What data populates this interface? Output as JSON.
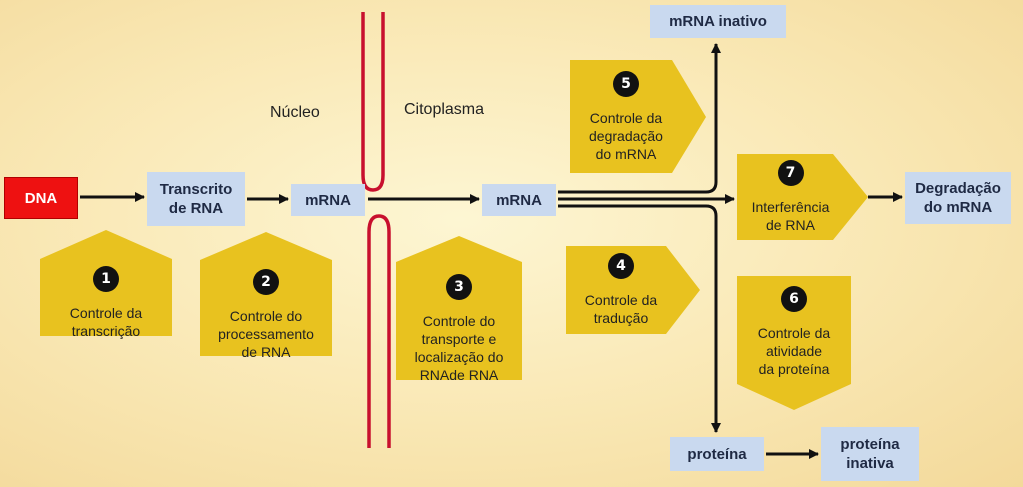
{
  "labels": {
    "nucleus": "Núcleo",
    "cytoplasm": "Citoplasma"
  },
  "boxes": {
    "dna": "DNA",
    "rna_transcript": "Transcrito\nde RNA",
    "mrna_nucleus": "mRNA",
    "mrna_cytoplasm": "mRNA",
    "mrna_inactive": "mRNA inativo",
    "mrna_degradation": "Degradação\ndo mRNA",
    "protein": "proteína",
    "protein_inactive": "proteína\ninativa"
  },
  "controls": [
    {
      "number": "1",
      "text": "Controle da\ntranscrição"
    },
    {
      "number": "2",
      "text": "Controle do\nprocessamento\nde RNA"
    },
    {
      "number": "3",
      "text": "Controle do\ntransporte e\nlocalização do\nRNAde RNA"
    },
    {
      "number": "4",
      "text": "Controle da\ntradução"
    },
    {
      "number": "5",
      "text": "Controle da\ndegradação\ndo mRNA"
    },
    {
      "number": "6",
      "text": "Controle da\natividade\nda proteína"
    },
    {
      "number": "7",
      "text": "Interferência\nde RNA"
    }
  ],
  "colors": {
    "box_fill": "#c9d9ef",
    "dna_fill": "#ee1111",
    "control_fill": "#e8c21f",
    "membrane": "#c8102e",
    "arrow": "#111111"
  }
}
